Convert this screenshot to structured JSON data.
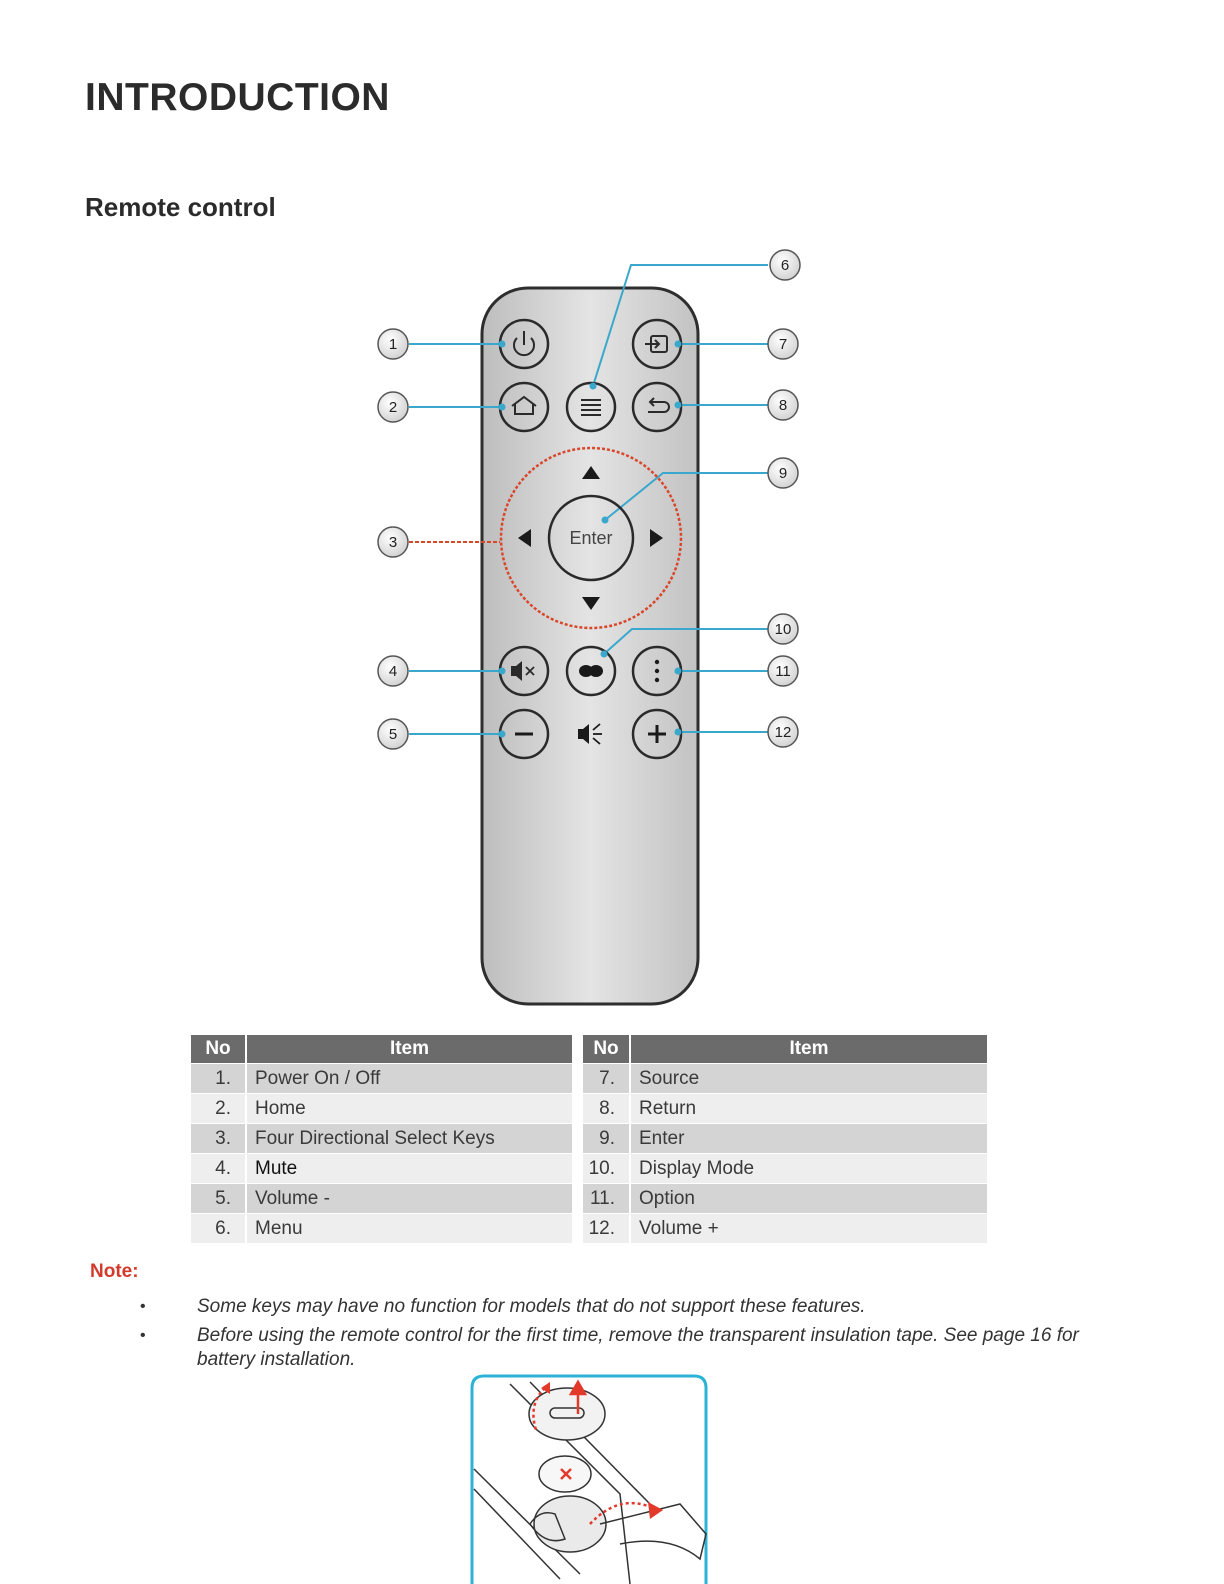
{
  "section_title": "INTRODUCTION",
  "subsection_title": "Remote control",
  "remote": {
    "enter_label": "Enter",
    "callouts": [
      "1",
      "2",
      "3",
      "4",
      "5",
      "6",
      "7",
      "8",
      "9",
      "10",
      "11",
      "12"
    ]
  },
  "table": {
    "header_no": "No",
    "header_item": "Item",
    "left_rows": [
      {
        "no": "1.",
        "item": "Power On / Off"
      },
      {
        "no": "2.",
        "item": "Home"
      },
      {
        "no": "3.",
        "item": "Four Directional Select Keys"
      },
      {
        "no": "4.",
        "item": "Mute"
      },
      {
        "no": "5.",
        "item": "Volume -"
      },
      {
        "no": "6.",
        "item": "Menu"
      }
    ],
    "right_rows": [
      {
        "no": "7.",
        "item": "Source"
      },
      {
        "no": "8.",
        "item": "Return"
      },
      {
        "no": "9.",
        "item": "Enter"
      },
      {
        "no": "10.",
        "item": "Display Mode"
      },
      {
        "no": "11.",
        "item": "Option"
      },
      {
        "no": "12.",
        "item": "Volume +"
      }
    ]
  },
  "note": {
    "label": "Note:",
    "bullet": "•",
    "items": [
      "Some keys may have no function for models that do not support these features.",
      "Before using the remote control for the first time, remove the transparent insulation tape. See page 16 for battery installation."
    ]
  },
  "colors": {
    "callout_line": "#3aa8cc",
    "dpad_ring": "#d9472b",
    "note_label": "#d33a2c",
    "table_header": "#6b6b6b"
  }
}
